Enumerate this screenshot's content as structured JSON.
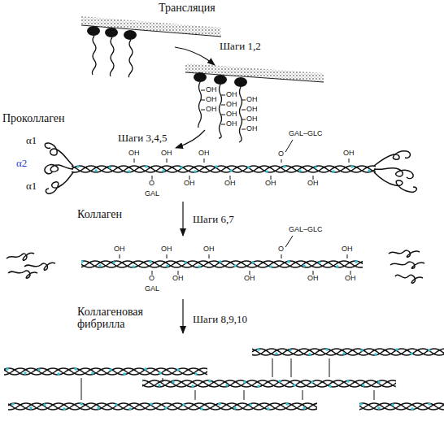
{
  "diagram": {
    "labels": [
      "Трансляция",
      "Шаги 1,2",
      "OH",
      "OH",
      "OH",
      "OH",
      "OH",
      "OH",
      "OH",
      "OH",
      "OH",
      "OH",
      "OH",
      "Шаги 3,4,5",
      "Проколлаген",
      "α1",
      "α2",
      "α1",
      "GAL–GLC",
      "O",
      "OH",
      "OH",
      "OH",
      "OH",
      "O",
      "GAL",
      "OH",
      "OH",
      "OH",
      "OH",
      "Коллаген",
      "Шаги 6,7",
      "GAL–GLC",
      "O",
      "OH",
      "OH",
      "OH",
      "OH",
      "O",
      "GAL",
      "OH",
      "OH",
      "OH",
      "OH",
      "Коллагеновая фибрилла",
      "Шаги 8,9,10"
    ]
  }
}
